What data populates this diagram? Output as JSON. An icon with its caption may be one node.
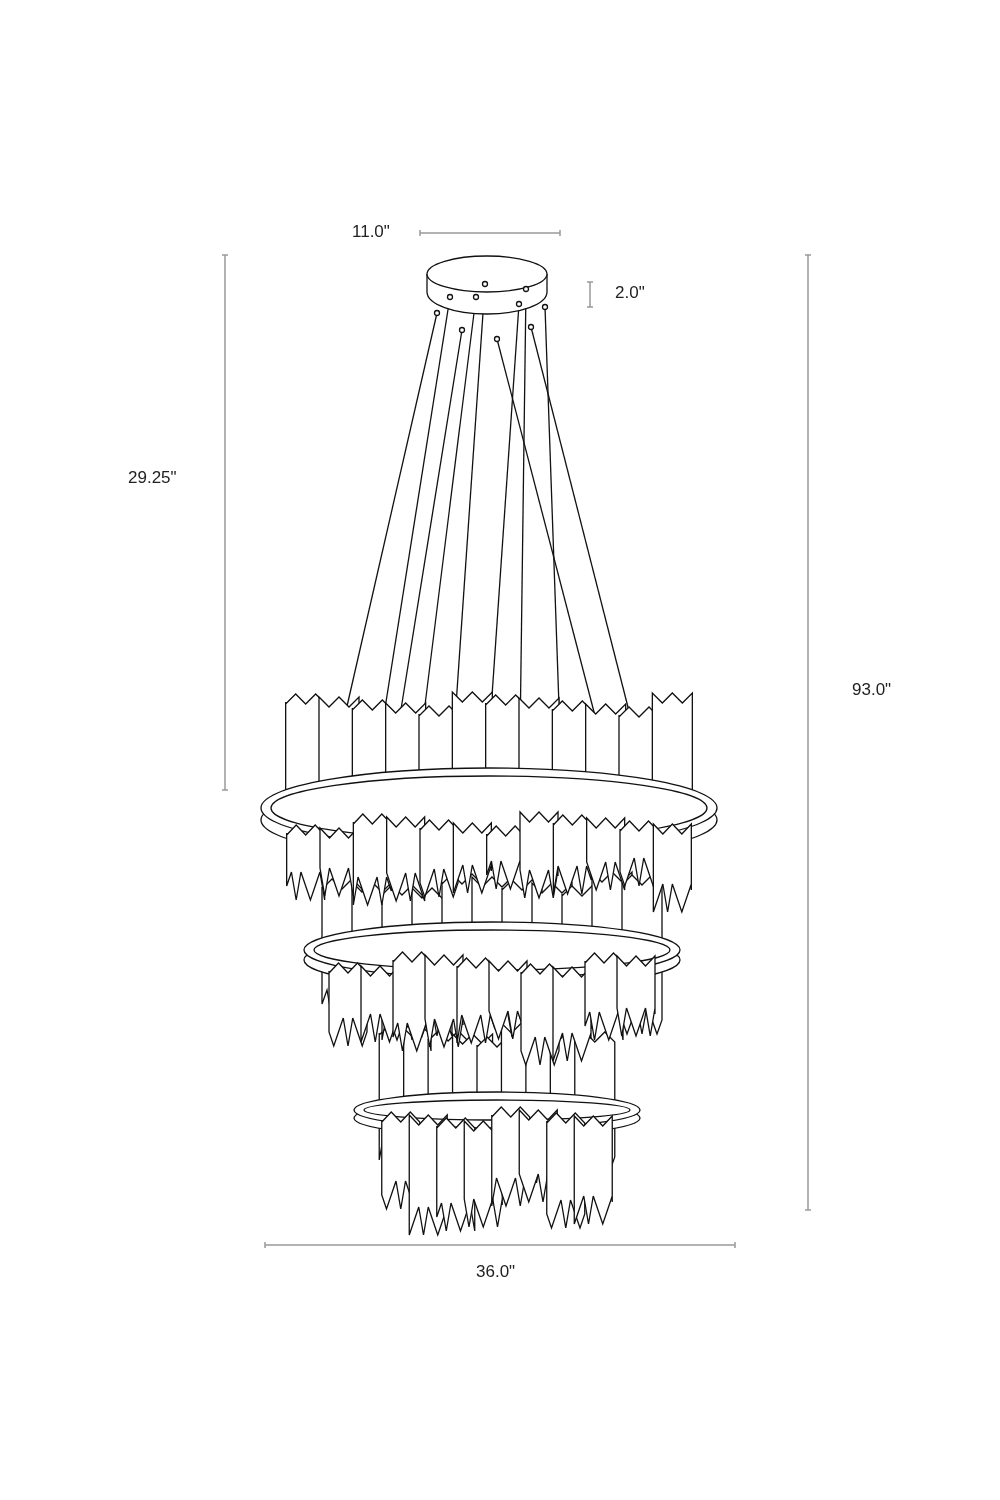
{
  "diagram": {
    "labels": [
      "11.0\"",
      "2.0\"",
      "29.25\"",
      "93.0\"",
      "36.0\""
    ]
  }
}
